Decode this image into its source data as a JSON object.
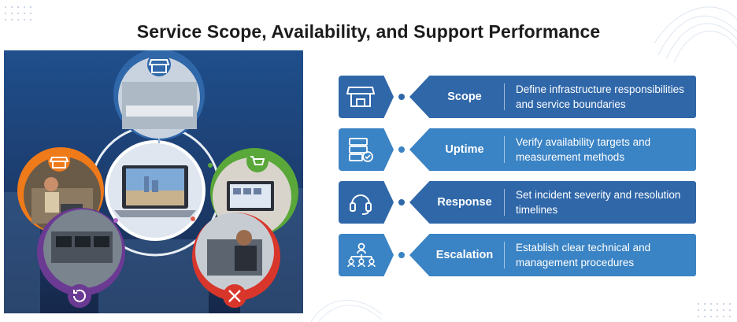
{
  "title": "Service Scope, Availability, and Support Performance",
  "colors": {
    "primary": "#2f67a9",
    "secondary": "#3a83c4",
    "orange": "#ef7a1a",
    "green": "#5aa73a",
    "purple": "#6b3a93",
    "red": "#d9362b"
  },
  "illustration": {
    "center": "laptop-icon",
    "segments": [
      {
        "icon": "storefront-icon",
        "color": "blue"
      },
      {
        "icon": "shopping-cart-icon",
        "color": "green"
      },
      {
        "icon": "wrench-screwdriver-icon",
        "color": "red"
      },
      {
        "icon": "refresh-icon",
        "color": "purple"
      },
      {
        "icon": "storefront-icon",
        "color": "orange"
      }
    ]
  },
  "items": [
    {
      "icon": "storefront-icon",
      "label": "Scope",
      "description": "Define infrastructure responsibilities and service boundaries"
    },
    {
      "icon": "server-check-icon",
      "label": "Uptime",
      "description": "Verify availability targets and measurement methods"
    },
    {
      "icon": "headset-icon",
      "label": "Response",
      "description": "Set incident severity and resolution timelines"
    },
    {
      "icon": "org-chart-icon",
      "label": "Escalation",
      "description": "Establish clear technical and management procedures"
    }
  ]
}
